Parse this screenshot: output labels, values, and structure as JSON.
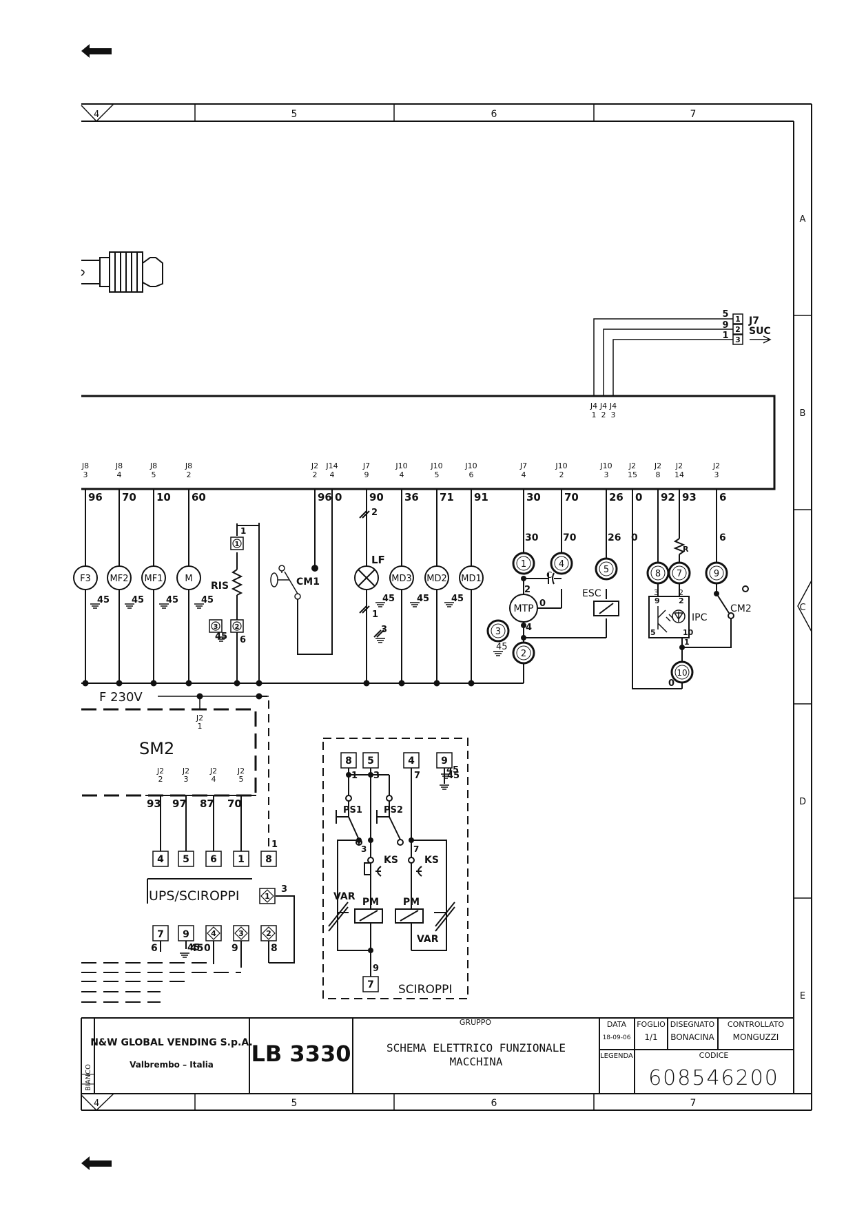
{
  "frame": {
    "columns": [
      "4",
      "5",
      "6",
      "7"
    ],
    "rows": [
      "A",
      "B",
      "C",
      "D",
      "E"
    ]
  },
  "connector_j7": {
    "name": "J7",
    "sub": "SUC",
    "wires": [
      "5",
      "9",
      "1"
    ],
    "pins": [
      "1",
      "2",
      "3"
    ]
  },
  "board_j4": {
    "names": [
      "J4",
      "J4",
      "J4"
    ],
    "pins": [
      "1",
      "2",
      "3"
    ]
  },
  "board_connectors": [
    {
      "name": "J8",
      "pin": "3",
      "wire": "96"
    },
    {
      "name": "J8",
      "pin": "4",
      "wire": "70"
    },
    {
      "name": "J8",
      "pin": "5",
      "wire": "10"
    },
    {
      "name": "J8",
      "pin": "2",
      "wire": "60"
    },
    {
      "name": "J2",
      "pin": "2",
      "wire": "96"
    },
    {
      "name": "J14",
      "pin": "4",
      "wire": "0"
    },
    {
      "name": "J7",
      "pin": "9",
      "wire": "90"
    },
    {
      "name": "J10",
      "pin": "4",
      "wire": "36"
    },
    {
      "name": "J10",
      "pin": "5",
      "wire": "71"
    },
    {
      "name": "J10",
      "pin": "6",
      "wire": "91"
    },
    {
      "name": "J7",
      "pin": "4",
      "wire": "30"
    },
    {
      "name": "J10",
      "pin": "2",
      "wire": "70"
    },
    {
      "name": "J10",
      "pin": "3",
      "wire": "26"
    },
    {
      "name": "J2",
      "pin": "15",
      "wire": "0"
    },
    {
      "name": "J2",
      "pin": "8",
      "wire": "92"
    },
    {
      "name": "J2",
      "pin": "14",
      "wire": "93"
    },
    {
      "name": "J2",
      "pin": "3",
      "wire": "6"
    }
  ],
  "components": {
    "motors": [
      "F3",
      "MF2",
      "MF1",
      "M",
      "MD3",
      "MD2",
      "MD1",
      "MTP"
    ],
    "ground_label": "45",
    "ris": "RIS",
    "cm1": "CM1",
    "lf": "LF",
    "cap": "C",
    "esc": "ESC",
    "ipc": "IPC",
    "cm2": "CM2",
    "resistor_r": "R",
    "f230": "F 230V",
    "sm2": "SM2",
    "j2_name": "J2",
    "j2_pin1": "1"
  },
  "wire_numbers": {
    "w30": "30",
    "w70": "70",
    "w26": "26",
    "w0": "0",
    "w6": "6",
    "w2": "2",
    "w1": "1",
    "w3": "3",
    "w4": "4",
    "w9": "9",
    "w5": "5"
  },
  "terminals": {
    "t1": "1",
    "t2": "2",
    "t3": "3",
    "t4": "4",
    "t5": "5",
    "t6": "6",
    "t7": "7",
    "t8": "8",
    "t9": "9",
    "t10": "10"
  },
  "sm2_connectors": [
    {
      "name": "J2",
      "pin": "2",
      "wire": "93"
    },
    {
      "name": "J2",
      "pin": "3",
      "wire": "97"
    },
    {
      "name": "J2",
      "pin": "4",
      "wire": "87"
    },
    {
      "name": "J2",
      "pin": "5",
      "wire": "70"
    }
  ],
  "ups_block": {
    "label": "UPS/SCIROPPI",
    "top_pins": [
      "4",
      "5",
      "6",
      "1",
      "8"
    ],
    "bottom_pins": [
      "7",
      "9",
      "4",
      "3",
      "2"
    ],
    "bottom_wires": [
      "6",
      "45",
      "0",
      "9",
      "8"
    ],
    "side_pin": "1",
    "side_wire": "3",
    "wire_8": "1"
  },
  "sciroppi_block": {
    "title": "SCIROPPI",
    "top_pins": [
      "8",
      "5",
      "4",
      "9"
    ],
    "top_wires": [
      "1",
      "3",
      "7",
      "45"
    ],
    "ps1": "PS1",
    "ps2": "PS2",
    "ks": "KS",
    "var": "VAR",
    "pm": "PM",
    "bottom_pin": "7",
    "bottom_wire": "9",
    "w3": "3",
    "w7": "7"
  },
  "title_block": {
    "margin_text": "BIANCO",
    "company": "N&W GLOBAL VENDING S.p.A.",
    "city": "Valbrembo – Italia",
    "model": "LB 3330",
    "gruppo_label": "GRUPPO",
    "title_line1": "SCHEMA ELETTRICO FUNZIONALE",
    "title_line2": "MACCHINA",
    "data_label": "DATA",
    "data_value": "18-09-06",
    "foglio_label": "FOGLIO",
    "foglio_value": "1/1",
    "disegnato_label": "DISEGNATO",
    "disegnato_value": "BONACINA",
    "controllato_label": "CONTROLLATO",
    "controllato_value": "MONGUZZI",
    "legenda_label": "LEGENDA",
    "codice_label": "CODICE",
    "codice_value": "608546200"
  }
}
